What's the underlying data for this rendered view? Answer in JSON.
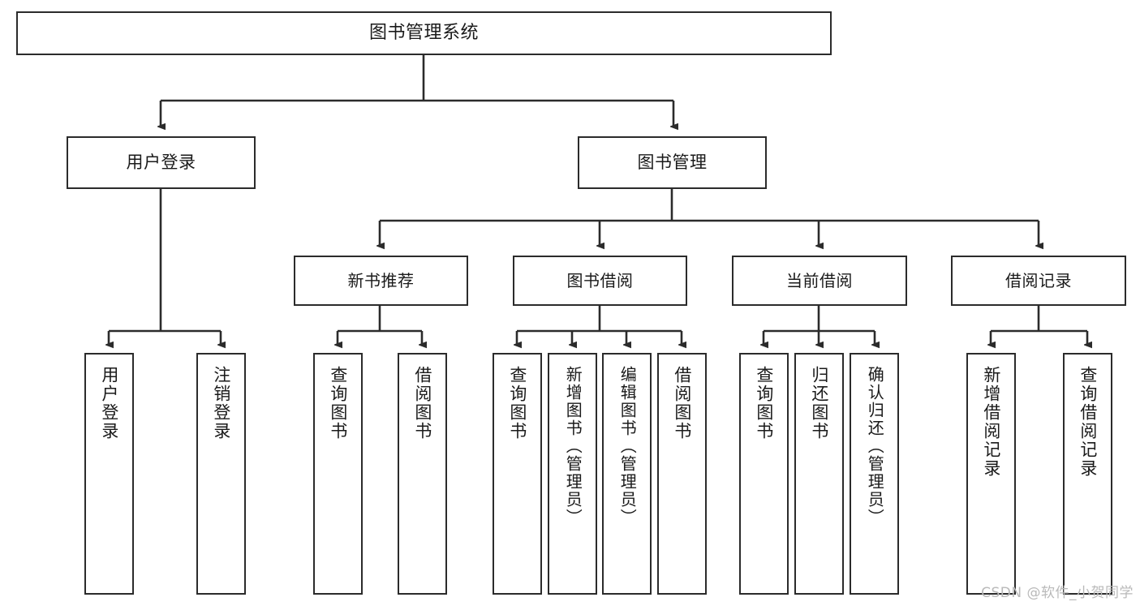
{
  "diagram": {
    "title": "图书管理系统",
    "type": "tree",
    "root": {
      "id": "root",
      "label": "图书管理系统"
    },
    "level2": [
      {
        "id": "user-login",
        "label": "用户登录"
      },
      {
        "id": "book-manage",
        "label": "图书管理"
      }
    ],
    "level3": [
      {
        "id": "new-book-recommend",
        "label": "新书推荐"
      },
      {
        "id": "book-borrow",
        "label": "图书借阅"
      },
      {
        "id": "current-borrow",
        "label": "当前借阅"
      },
      {
        "id": "borrow-record",
        "label": "借阅记录"
      }
    ],
    "leaves": {
      "user-login": [
        {
          "id": "leaf-user-login",
          "label": "用户登录"
        },
        {
          "id": "leaf-logout-login",
          "label": "注销登录"
        }
      ],
      "new-book-recommend": [
        {
          "id": "leaf-query-book-1",
          "label": "查询图书"
        },
        {
          "id": "leaf-borrow-book-1",
          "label": "借阅图书"
        }
      ],
      "book-borrow": [
        {
          "id": "leaf-query-book-2",
          "label": "查询图书"
        },
        {
          "id": "leaf-add-book",
          "label": "新增图书（管理员）"
        },
        {
          "id": "leaf-edit-book",
          "label": "编辑图书（管理员）"
        },
        {
          "id": "leaf-borrow-book-2",
          "label": "借阅图书"
        }
      ],
      "current-borrow": [
        {
          "id": "leaf-query-book-3",
          "label": "查询图书"
        },
        {
          "id": "leaf-return-book",
          "label": "归还图书"
        },
        {
          "id": "leaf-confirm-return",
          "label": "确认归还（管理员）"
        }
      ],
      "borrow-record": [
        {
          "id": "leaf-add-record",
          "label": "新增借阅记录"
        },
        {
          "id": "leaf-query-record",
          "label": "查询借阅记录"
        }
      ]
    }
  },
  "watermark": {
    "text": "CSDN @软件_小贺同学"
  },
  "colors": {
    "stroke": "#2b2b2b",
    "background": "#ffffff",
    "text": "#1a1a1a",
    "watermark": "#b9b9b9"
  }
}
